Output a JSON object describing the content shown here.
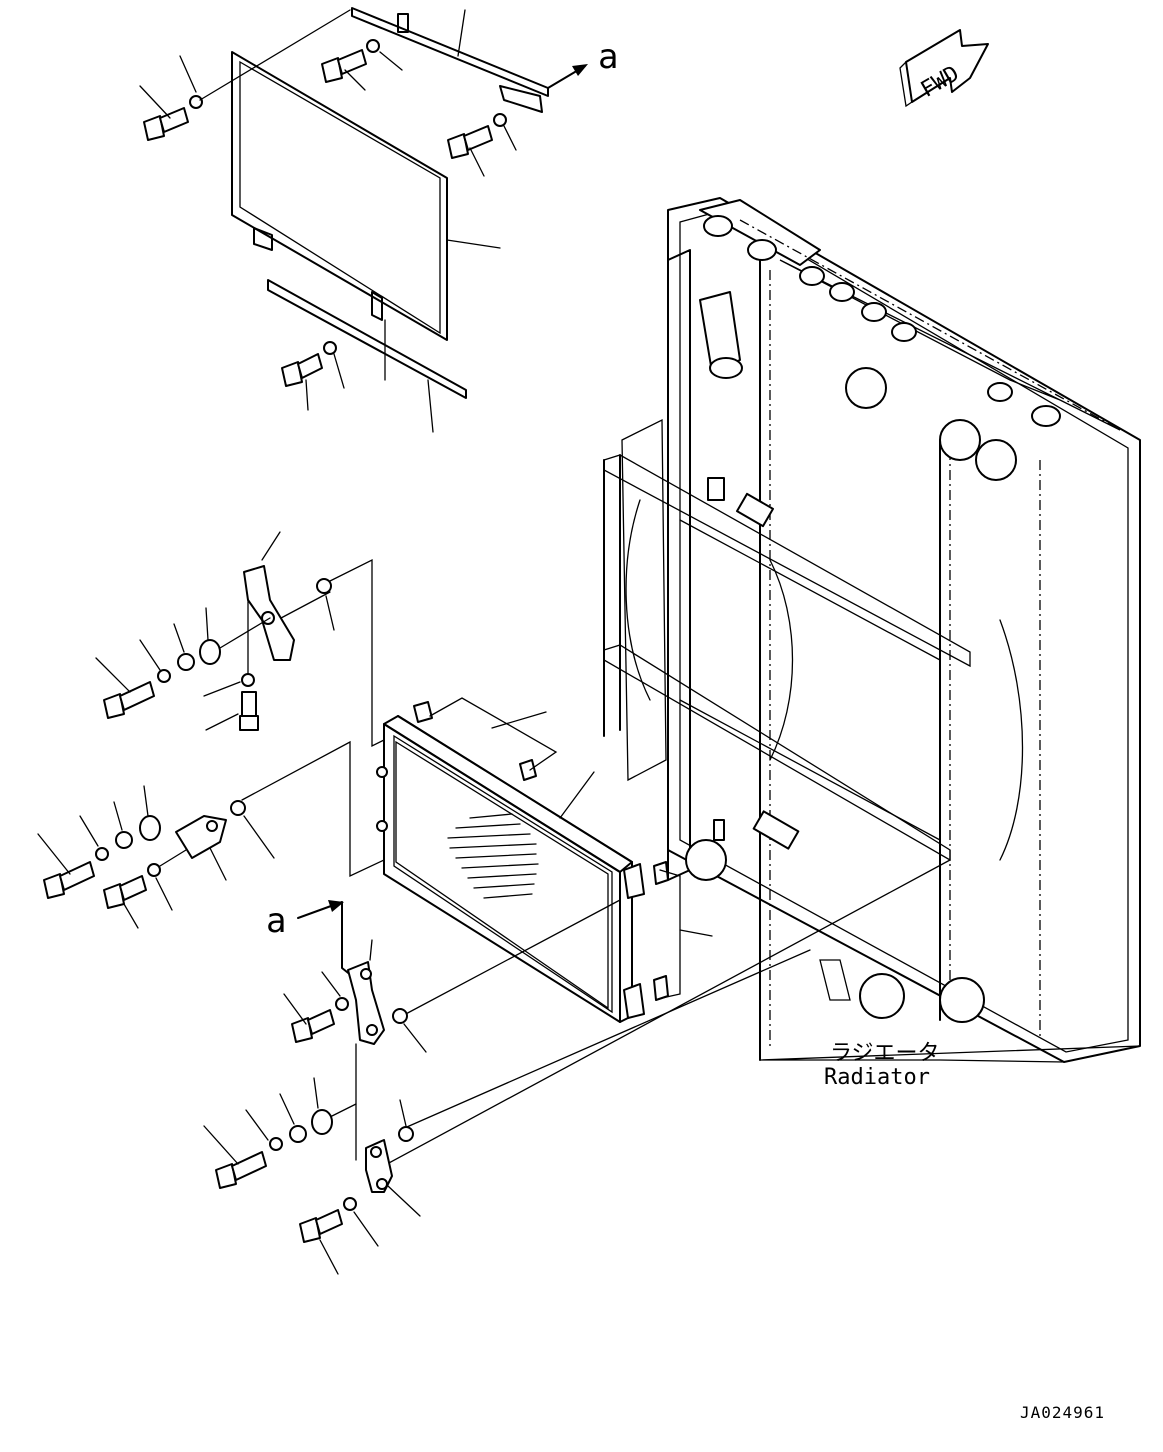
{
  "labels": {
    "fwd": "FWD",
    "arrow_a_top": "a",
    "arrow_a_bottom": "a",
    "radiator_jp": "ラジエータ",
    "radiator_en": "Radiator",
    "drawing_id": "JA024961"
  }
}
